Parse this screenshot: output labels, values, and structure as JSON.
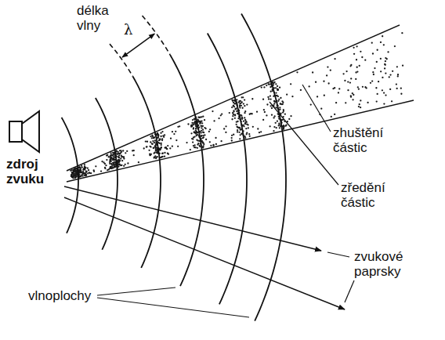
{
  "diagram": {
    "labels": [
      "délka vlny",
      "λ",
      "zhuštění částic",
      "zředění částic",
      "zdroj zvuku",
      "zvukové paprsky",
      "vlnoplochy"
    ]
  }
}
